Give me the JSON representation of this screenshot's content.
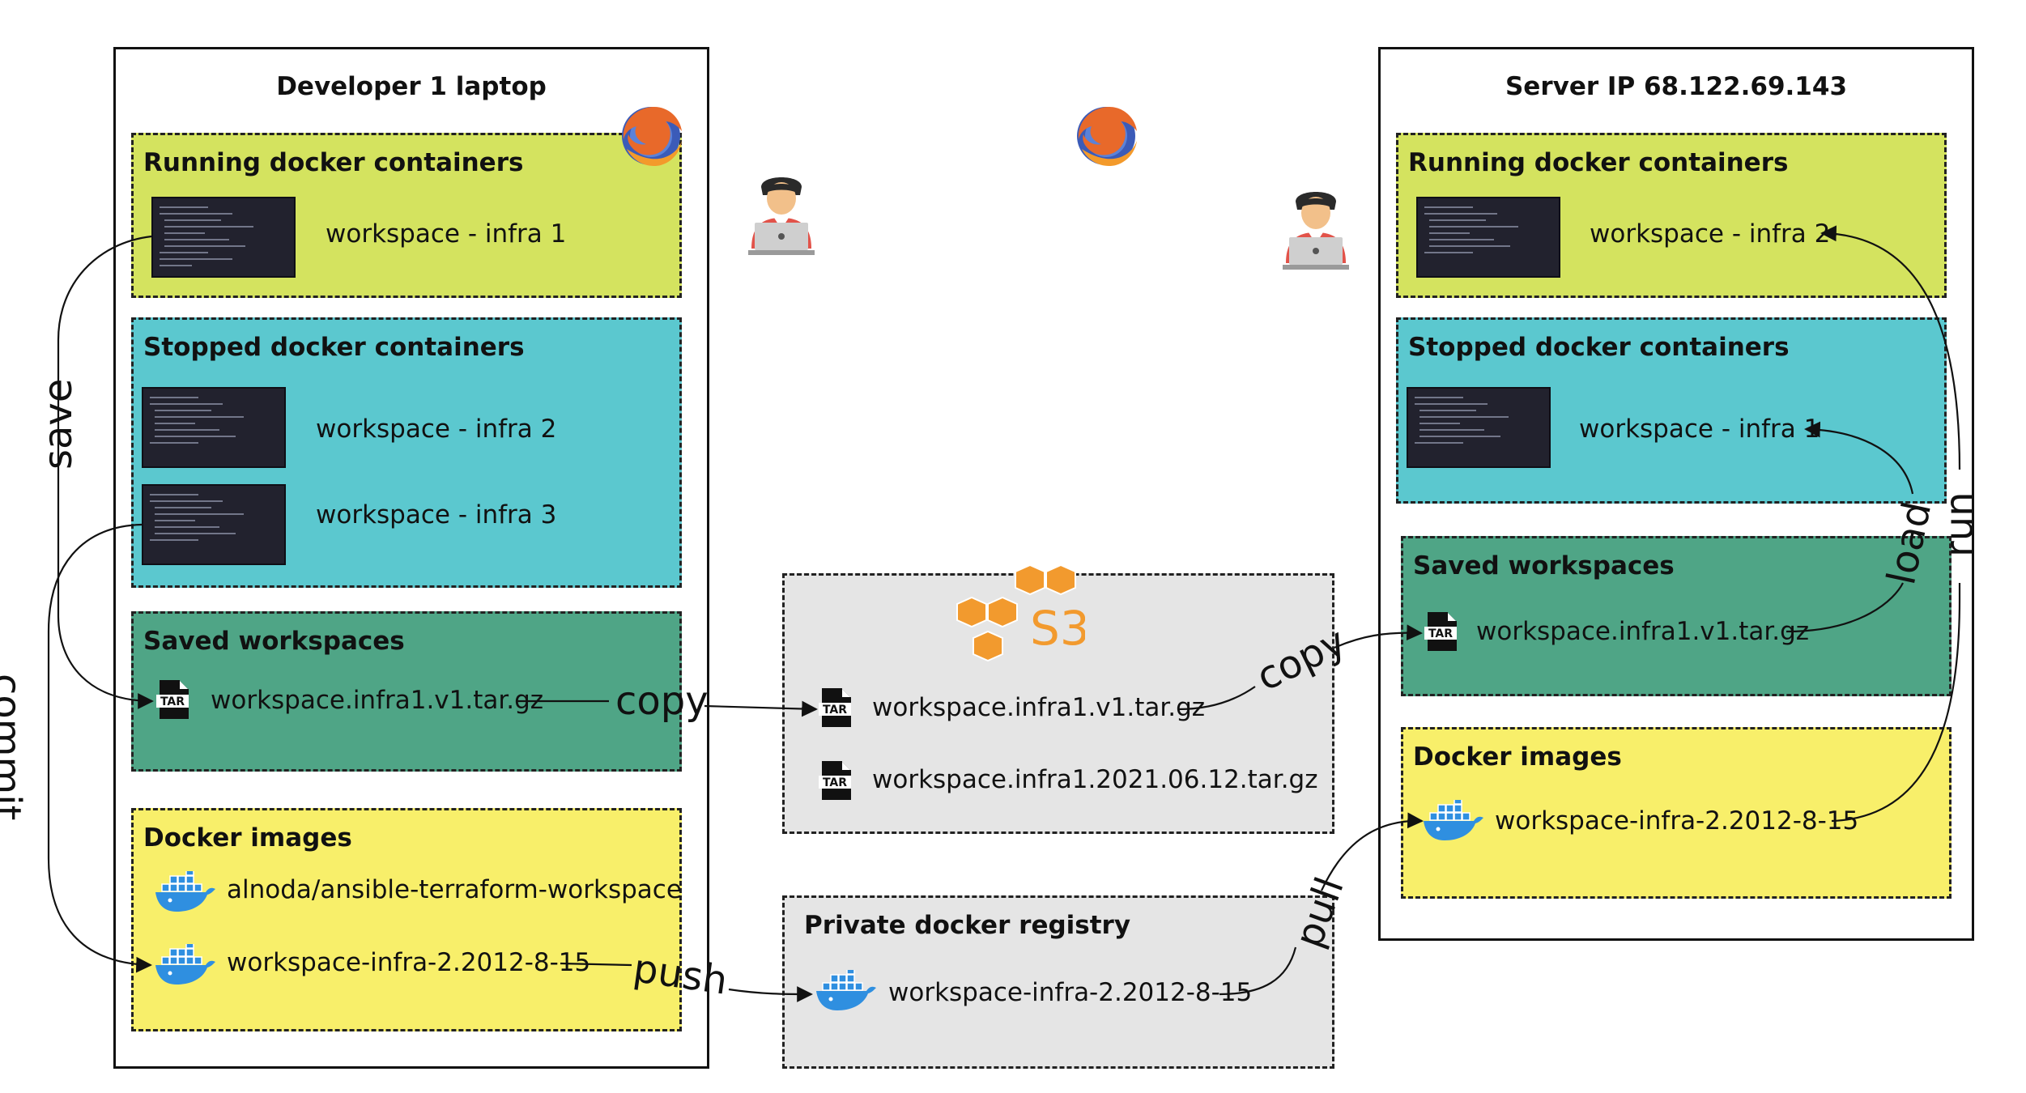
{
  "developer": {
    "title": "Developer 1 laptop",
    "running": {
      "title": "Running docker containers",
      "items": [
        "workspace - infra 1"
      ]
    },
    "stopped": {
      "title": "Stopped docker containers",
      "items": [
        "workspace - infra 2",
        "workspace - infra 3"
      ]
    },
    "saved": {
      "title": "Saved workspaces",
      "items": [
        "workspace.infra1.v1.tar.gz"
      ]
    },
    "images": {
      "title": "Docker images",
      "items": [
        "alnoda/ansible-terraform-workspace",
        "workspace-infra-2.2012-8-15"
      ]
    }
  },
  "server": {
    "title": "Server IP 68.122.69.143",
    "running": {
      "title": "Running docker containers",
      "items": [
        "workspace - infra 2"
      ]
    },
    "stopped": {
      "title": "Stopped docker containers",
      "items": [
        "workspace - infra 1"
      ]
    },
    "saved": {
      "title": "Saved workspaces",
      "items": [
        "workspace.infra1.v1.tar.gz"
      ]
    },
    "images": {
      "title": "Docker images",
      "items": [
        "workspace-infra-2.2012-8-15"
      ]
    }
  },
  "s3": {
    "logo_text": "S3",
    "items": [
      "workspace.infra1.v1.tar.gz",
      "workspace.infra1.2021.06.12.tar.gz"
    ]
  },
  "registry": {
    "title": "Private docker registry",
    "items": [
      "workspace-infra-2.2012-8-15"
    ]
  },
  "edges": {
    "save": "save",
    "commit": "commit",
    "copy_to_s3": "copy",
    "copy_to_server": "copy",
    "push": "push",
    "pull": "pull",
    "load": "load",
    "run": "run"
  },
  "icons": {
    "browser": "firefox-logo-icon",
    "user": "user-at-laptop-icon",
    "archive": "tar-file-icon",
    "docker": "docker-whale-icon",
    "storage": "aws-s3-icon"
  },
  "colors": {
    "running": "#d4e35f",
    "stopped": "#5bc8cf",
    "saved": "#4fa586",
    "images": "#f8ef6a",
    "cloud": "#e5e5e5",
    "s3_orange": "#f29a2e",
    "docker_blue": "#2f8fe0"
  }
}
